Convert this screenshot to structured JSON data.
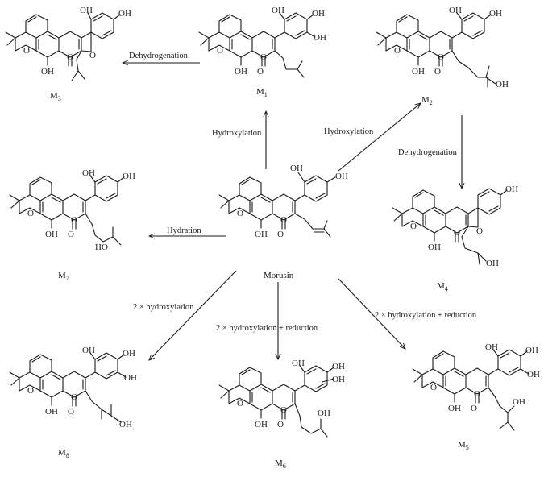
{
  "compounds": {
    "morusin": {
      "name": "Morusin",
      "sub": ""
    },
    "m1": {
      "name": "M",
      "sub": "1"
    },
    "m2": {
      "name": "M",
      "sub": "2"
    },
    "m3": {
      "name": "M",
      "sub": "3"
    },
    "m4": {
      "name": "M",
      "sub": "4"
    },
    "m5": {
      "name": "M",
      "sub": "5"
    },
    "m6": {
      "name": "M",
      "sub": "6"
    },
    "m7": {
      "name": "M",
      "sub": "7"
    },
    "m8": {
      "name": "M",
      "sub": "8"
    }
  },
  "reactions": {
    "to_m1": "Hydroxylation",
    "to_m2": "Hydroxylation",
    "m1_to_m3": "Dehydrogenation",
    "m2_to_m4": "Dehydrogenation",
    "to_m7": "Hydration",
    "to_m8": "2 × hydroxylation",
    "to_m6": "2 × hydroxylation + reduction",
    "to_m5": "2 × hydroxylation + reduction"
  },
  "atoms": {
    "o": "O",
    "oh": "OH"
  }
}
